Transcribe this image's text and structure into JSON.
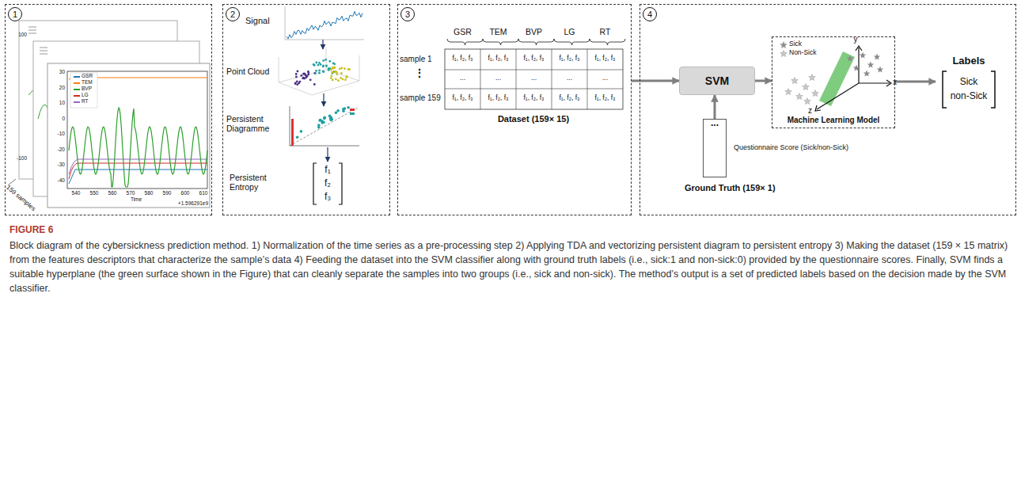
{
  "diagram": {
    "title": "FIGURE 6",
    "caption": "Block diagram of the cybersickness prediction method. 1) Normalization of the time series as a pre-processing step 2) Applying TDA and vectorizing persistent diagram to persistent entropy 3) Making the dataset (159 × 15 matrix) from the features descriptors that characterize the sample’s data 4) Feeding the dataset into the SVM classifier along with ground truth labels (i.e., sick:1 and non-sick:0) provided by the questionnaire scores. Finally, SVM finds a suitable hyperplane (the green surface shown in the Figure) that can cleanly separate the samples into two groups (i.e., sick and non-sick). The method’s output is a set of predicted labels based on the decision made by the SVM classifier.",
    "nodes": [
      {
        "text": [
          "1"
        ]
      },
      {
        "text": [
          "2"
        ]
      },
      {
        "text": [
          "Signal"
        ],
        "in": 1
      },
      {
        "text": [
          "Point Cloud"
        ],
        "in": 1
      },
      {
        "text": [
          "Persistent Diagramme"
        ],
        "in": 1
      },
      {
        "text": [
          "Persistent Entropy",
          "f₁",
          "f₂",
          "f₃"
        ],
        "in": 1
      },
      {
        "text": [
          "3"
        ]
      },
      {
        "text": [
          "4"
        ]
      },
      {
        "text": [
          "SVM"
        ],
        "in": 7
      },
      {
        "text": [
          "Machine Learning Model"
        ],
        "in": 7
      },
      {
        "text": [
          "Labels",
          "Sick",
          "non-Sick"
        ],
        "in": 7
      },
      {
        "text": [
          "...",
          "Questionnaire Score (Sick/non-Sick)",
          "Ground Truth (159× 1)"
        ],
        "in": 7
      }
    ],
    "edges": [
      {
        "from": 2,
        "to": 3,
        "arrow": "to"
      },
      {
        "from": 3,
        "to": 4,
        "arrow": "to"
      },
      {
        "from": 4,
        "to": 5,
        "arrow": "to"
      },
      {
        "from": 6,
        "to": 8,
        "arrow": "to"
      },
      {
        "from": 8,
        "to": 9,
        "arrow": "to"
      },
      {
        "from": 9,
        "to": 10,
        "arrow": "to"
      },
      {
        "from": 11,
        "to": 8,
        "arrow": "to"
      }
    ],
    "labels": [
      "30",
      "20",
      "10",
      "0",
      "-10",
      "-20",
      "-30",
      "-40",
      "100",
      "-100",
      "540",
      "550",
      "560",
      "570",
      "580",
      "590",
      "600",
      "610",
      "Time",
      "+1.596291e9",
      "159 samples",
      "GSR",
      "TEM",
      "BVP",
      "LG",
      "RT",
      "sample 1",
      "⋮",
      "sample 159",
      "f₁, f₂, f₃",
      "f₁, f₂, f₃",
      "f₁, f₂, f₃",
      "f₁, f₂, f₃",
      "f₁, f₂, f₃",
      "...",
      "...",
      "...",
      "...",
      "...",
      "f₁, f₂, f₃",
      "f₁, f₂, f₃",
      "f₁, f₂, f₃",
      "f₁, f₂, f₃",
      "f₁, f₂, f₃",
      "Dataset (159× 15)",
      "x",
      "y",
      "z"
    ],
    "legend": [
      {
        "text": "GSR",
        "color": "#1f77b4"
      },
      {
        "text": "TEM",
        "color": "#ff7f0e"
      },
      {
        "text": "BVP",
        "color": "#2ca02c"
      },
      {
        "text": "LG",
        "color": "#d62728"
      },
      {
        "text": "RT",
        "color": "#9467bd"
      },
      {
        "text": "Sick"
      },
      {
        "text": "Non-Sick"
      }
    ]
  }
}
